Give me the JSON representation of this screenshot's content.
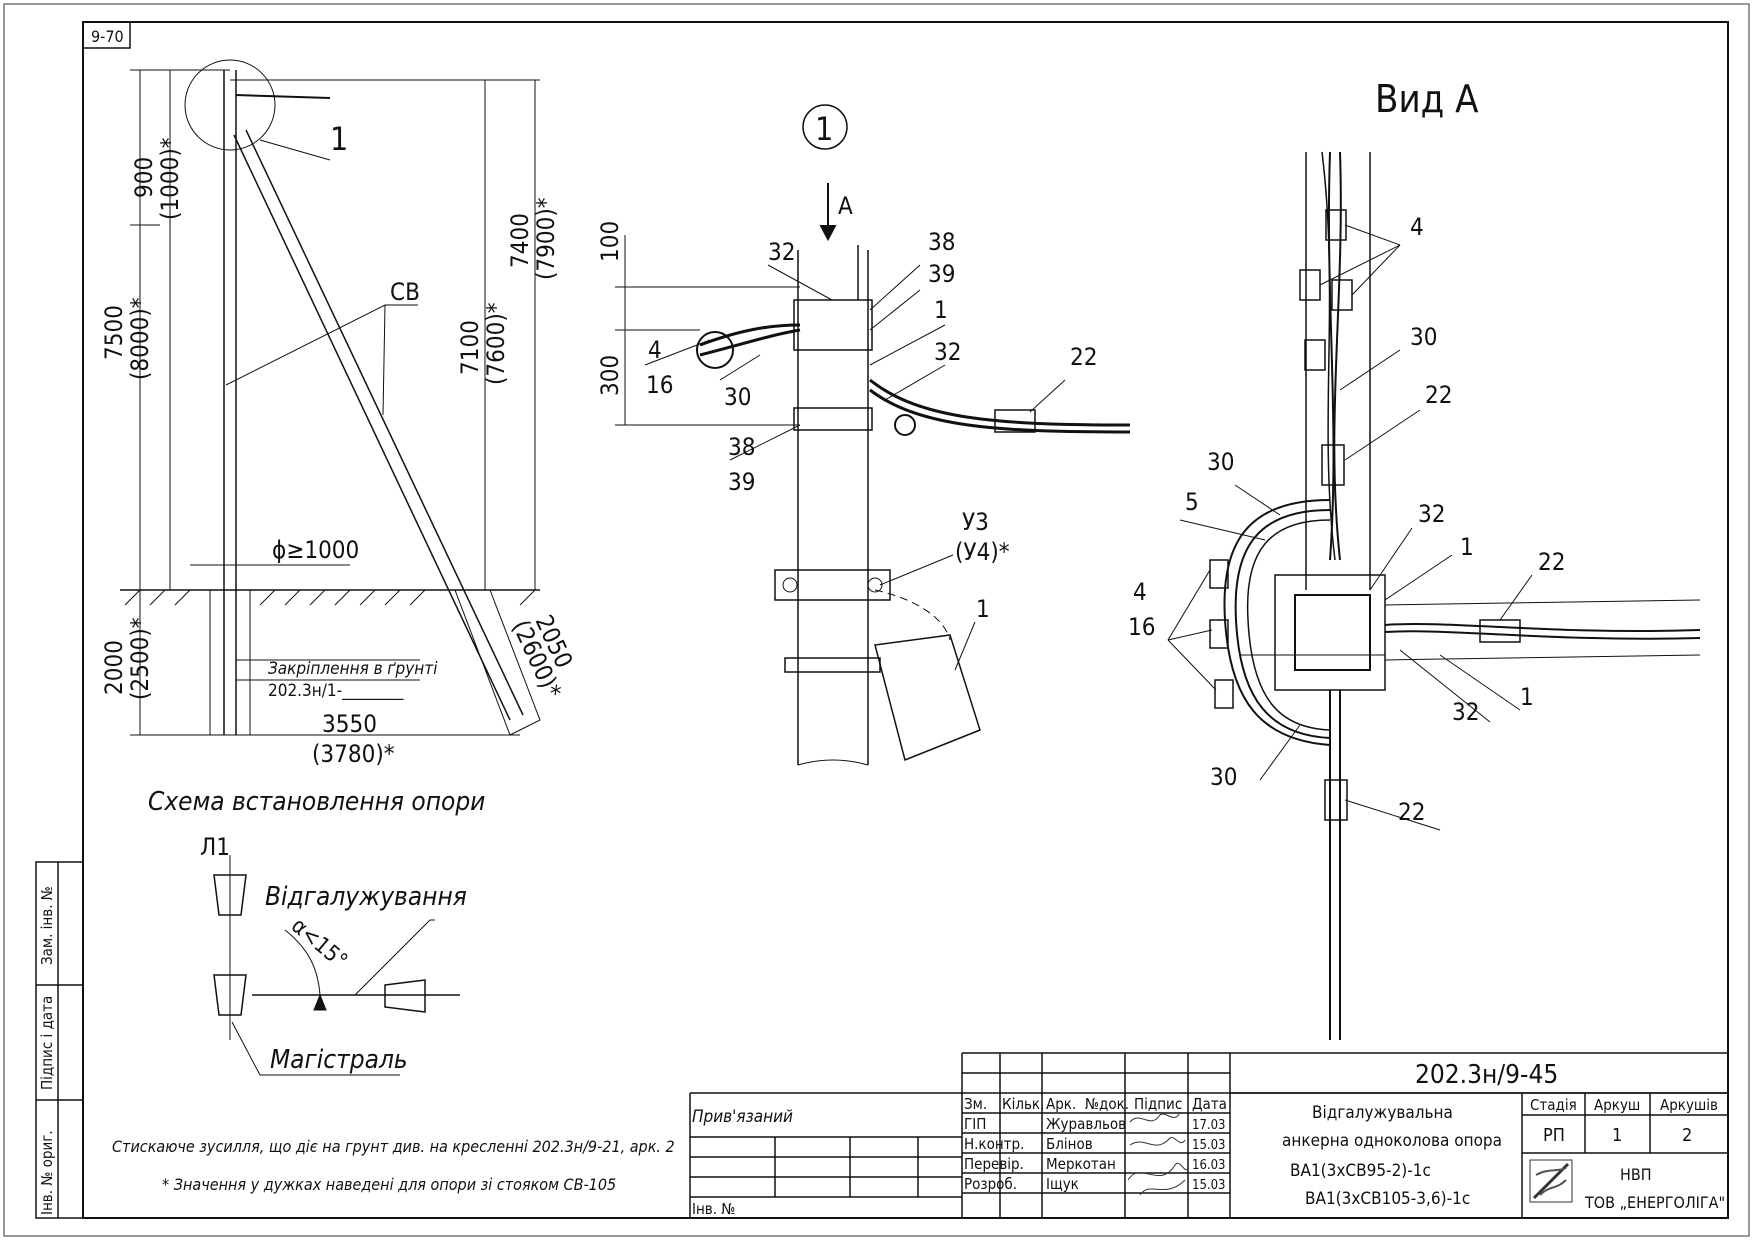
{
  "sheet": {
    "page_code": "9-70",
    "title_caption": "Схема встановлення опори",
    "view_label": "Вид А",
    "callout_number": "1",
    "arrow_label": "А"
  },
  "left_drawing": {
    "dims": [
      "900",
      "(1000)*",
      "7500",
      "(8000)*",
      "7100",
      "(7600)*",
      "7400",
      "(7900)*",
      "2000",
      "(2500)*",
      "2050",
      "(2600)*",
      "3550",
      "(3780)*"
    ],
    "diameter": "ϕ≥1000",
    "pole_label": "СВ",
    "callout": "1",
    "anchoring_line1": "Закріплення в ґрунті",
    "anchoring_line2": "202.3н/1-________"
  },
  "detail1": {
    "dims": [
      "100",
      "300"
    ],
    "labels": [
      "32",
      "38",
      "39",
      "1",
      "32",
      "22",
      "4",
      "16",
      "30",
      "38",
      "39",
      "У3",
      "(У4)*",
      "1"
    ]
  },
  "view_a": {
    "labels": [
      "4",
      "30",
      "22",
      "30",
      "5",
      "32",
      "1",
      "22",
      "4",
      "16",
      "32",
      "1",
      "30",
      "22"
    ]
  },
  "scheme": {
    "line_l1": "Л1",
    "branch": "Відгалужування",
    "angle": "α<15°",
    "main": "Магістраль"
  },
  "notes": {
    "note1": "Стискаюче зусилля, що діє на грунт див. на кресленні 202.3н/9-21, арк. 2",
    "note2": "* Значення у дужках наведені для опори зі стояком СВ-105"
  },
  "side_stamp": {
    "zam_inv": "Зам. інв. №",
    "signature_date": "Підпис і дата",
    "inv_orig": "Інв. № ориг."
  },
  "title_block": {
    "linked": "Прив'язаний",
    "inv_no": "Інв. №",
    "doc_code": "202.3н/9-45",
    "columns": [
      "Зм.",
      "Кільк.",
      "Арк.",
      "№док.",
      "Підпис",
      "Дата"
    ],
    "rows": [
      {
        "role": "ГІП",
        "name": "Журавльов",
        "date": "17.03"
      },
      {
        "role": "Н.контр.",
        "name": "Блінов",
        "date": "15.03"
      },
      {
        "role": "Перевір.",
        "name": "Меркотан",
        "date": "16.03"
      },
      {
        "role": "Розроб.",
        "name": "Іщук",
        "date": "15.03"
      }
    ],
    "description_lines": [
      "Відгалужувальна",
      "анкерна одноколова опора",
      "ВА1(3хСВ95-2)-1с",
      "ВА1(3хСВ105-3,6)-1с"
    ],
    "stage_header": "Стадія",
    "sheet_header": "Аркуш",
    "sheets_header": "Аркушів",
    "stage": "РП",
    "sheet": "1",
    "sheets": "2",
    "company_line1": "НВП",
    "company_line2": "ТОВ „ЕНЕРГОЛІГА\""
  }
}
